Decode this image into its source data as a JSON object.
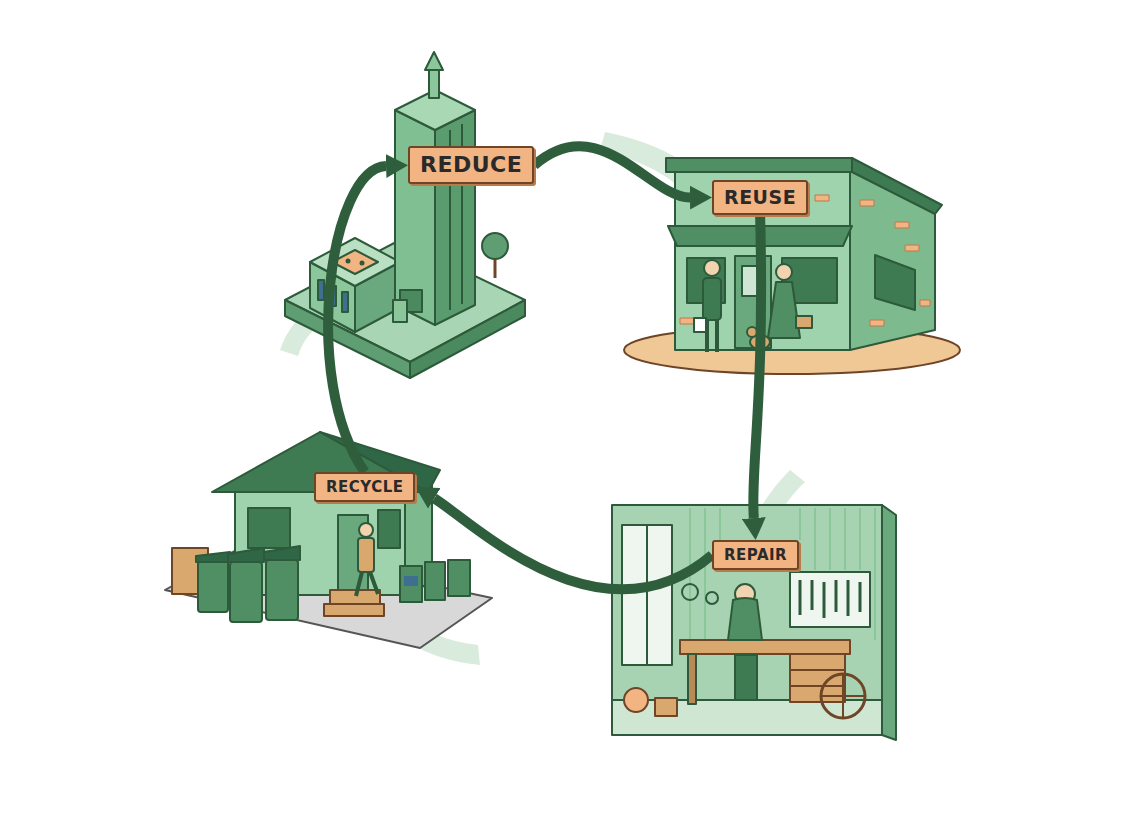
{
  "diagram": {
    "nodes": [
      {
        "text": [
          "REDUCE"
        ]
      },
      {
        "text": [
          "REUSE"
        ]
      },
      {
        "text": [
          "REPAIR"
        ]
      },
      {
        "text": [
          "RECYCLE"
        ]
      }
    ],
    "edges": [
      {
        "from": 0,
        "to": 1,
        "arrow": "to"
      },
      {
        "from": 1,
        "to": 2,
        "arrow": "to"
      },
      {
        "from": 2,
        "to": 3,
        "arrow": "to"
      },
      {
        "from": 3,
        "to": 0,
        "arrow": "to"
      }
    ]
  }
}
